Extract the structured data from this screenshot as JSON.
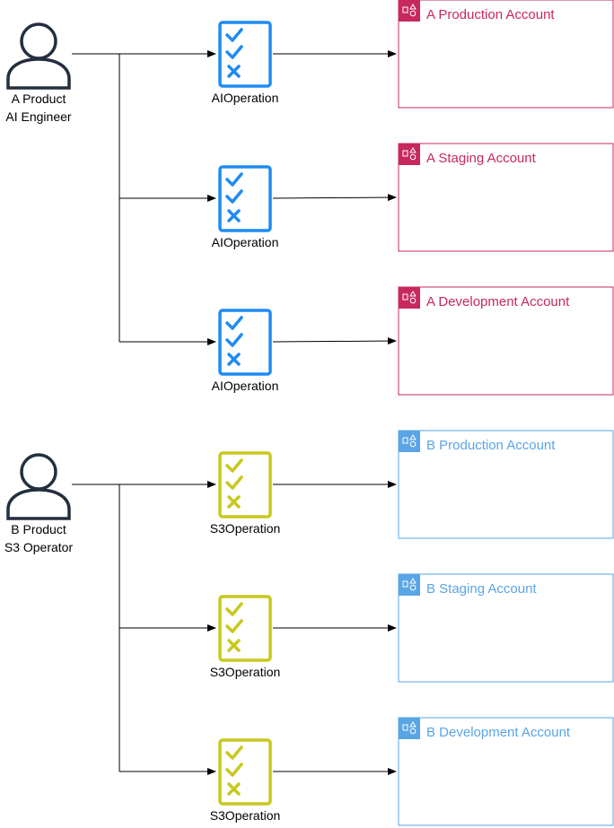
{
  "users": [
    {
      "line1": "A Product",
      "line2": "AI Engineer"
    },
    {
      "line1": "B Product",
      "line2": "S3 Operator"
    }
  ],
  "operations": [
    {
      "label": "AIOperation",
      "color": "#1F8CF0"
    },
    {
      "label": "AIOperation",
      "color": "#1F8CF0"
    },
    {
      "label": "AIOperation",
      "color": "#1F8CF0"
    },
    {
      "label": "S3Operation",
      "color": "#C8C81E"
    },
    {
      "label": "S3Operation",
      "color": "#C8C81E"
    },
    {
      "label": "S3Operation",
      "color": "#C8C81E"
    }
  ],
  "accounts": [
    {
      "label": "A Production Account",
      "color": "#C7285E"
    },
    {
      "label": "A Staging Account",
      "color": "#C7285E"
    },
    {
      "label": "A Development Account",
      "color": "#C7285E"
    },
    {
      "label": "B Production Account",
      "color": "#5AA5E6"
    },
    {
      "label": "B Staging Account",
      "color": "#5AA5E6"
    },
    {
      "label": "B Development Account",
      "color": "#5AA5E6"
    }
  ],
  "icons": {
    "user": "user-icon",
    "checklist": "checklist-icon",
    "account_group": "account-group-icon"
  },
  "colors": {
    "line": "#000000",
    "user_stroke": "#232F3E"
  }
}
